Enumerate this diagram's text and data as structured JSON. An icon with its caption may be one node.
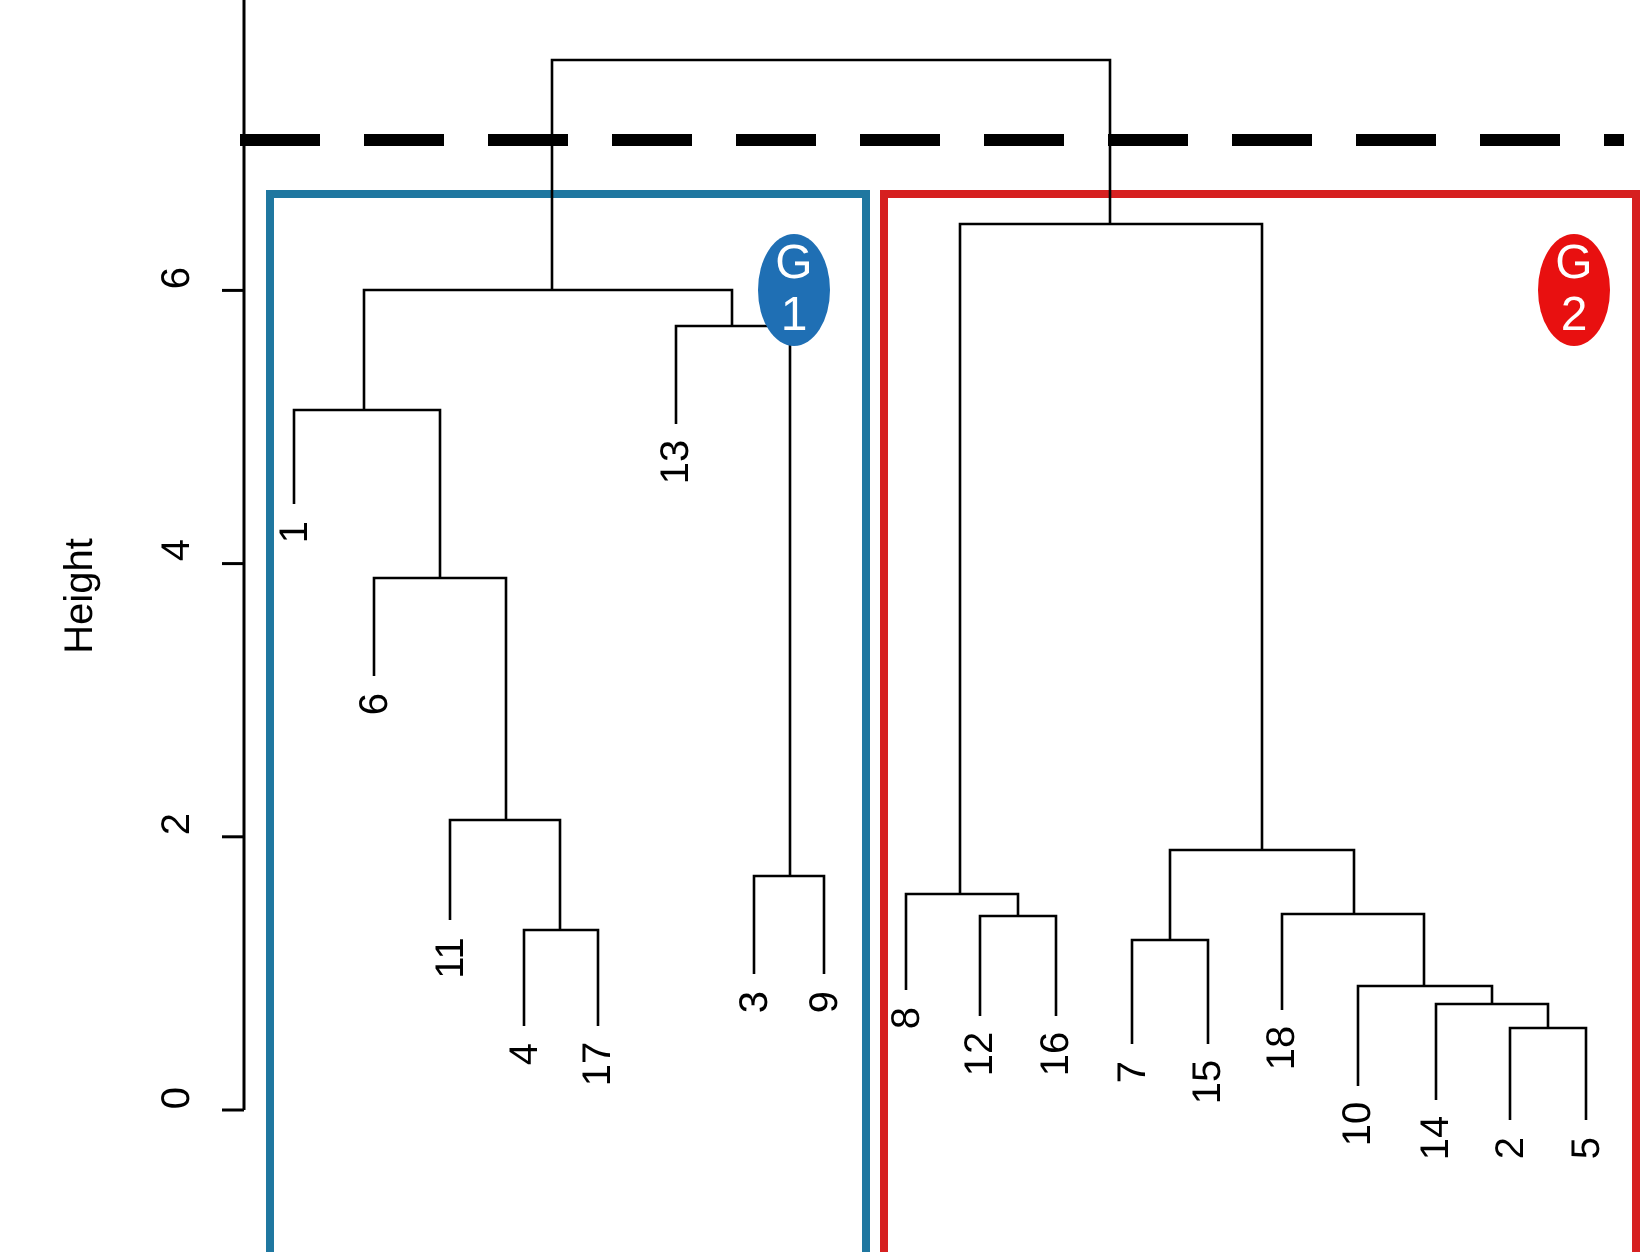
{
  "diagram": {
    "nodes": [
      {
        "text": [
          "G 1"
        ]
      },
      {
        "text": [
          "G 2"
        ]
      }
    ],
    "edges": [],
    "labels": [
      "6",
      "4",
      "2",
      "0",
      "Height",
      "1",
      "6",
      "11",
      "4",
      "17",
      "13",
      "3",
      "9",
      "8",
      "12",
      "16",
      "7",
      "15",
      "18",
      "10",
      "14",
      "2",
      "5"
    ]
  }
}
